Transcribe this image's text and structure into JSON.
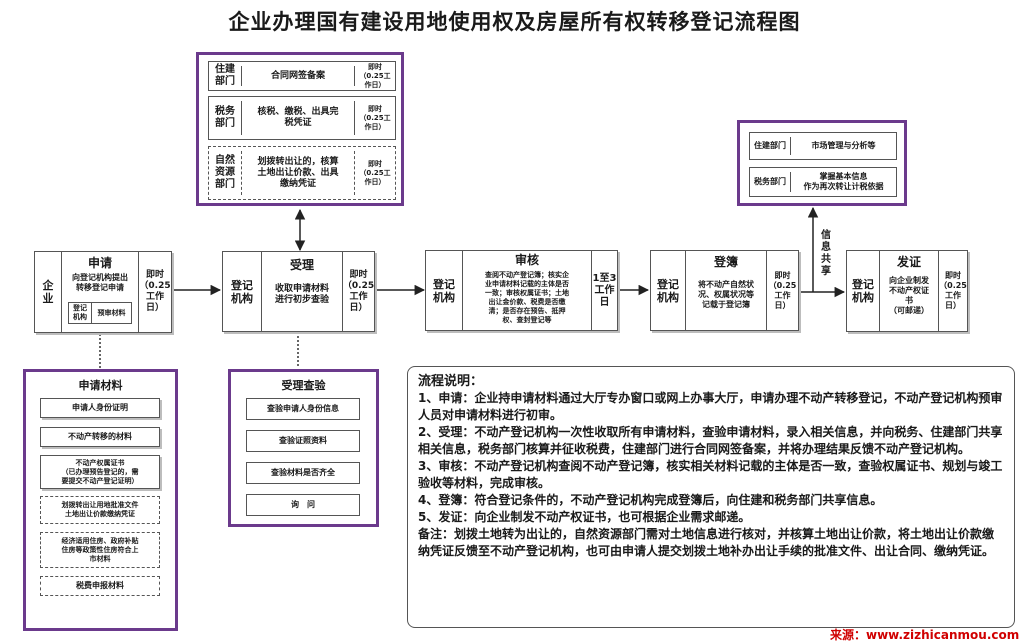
{
  "title": "企业办理国有建设用地使用权及房屋所有权转移登记流程图",
  "top_panel": {
    "rows": [
      {
        "dept": "住建\n部门",
        "action": "合同网签备案",
        "time": "即时\n（0.25工\n作日）"
      },
      {
        "dept": "税务\n部门",
        "action": "核税、缴税、出具完\n税凭证",
        "time": "即时\n（0.25工\n作日）"
      },
      {
        "dept": "自然\n资源\n部门",
        "action": "划拨转出让的，核算\n土地出让价款、出具\n缴纳凭证",
        "time": "即时\n（0.25工\n作日）"
      }
    ]
  },
  "share_panel": {
    "rows": [
      {
        "dept": "住建部门",
        "action": "市场管理与分析等"
      },
      {
        "dept": "税务部门",
        "action": "掌握基本信息\n作为再次转让计税依据"
      }
    ]
  },
  "share_label": "信\n息\n共\n享",
  "steps": {
    "apply": {
      "actor": "企\n业",
      "title": "申请",
      "desc": "向登记机构提出\n转移登记申请",
      "sub_left": "登记\n机构",
      "sub_right": "预审材料",
      "time": "即时\n（0.25\n工作\n日）"
    },
    "accept": {
      "actor": "登记\n机构",
      "title": "受理",
      "desc": "收取申请材料\n进行初步查验",
      "time": "即时\n（0.25\n工作\n日）"
    },
    "review": {
      "actor": "登记\n机构",
      "title": "审核",
      "desc": "查阅不动产登记簿；核实企\n业申请材料记载的主体是否\n一致；审核权属证书；土地\n出让金价款、税费是否缴\n清；是否存在预告、抵押\n权、查封登记等",
      "time": "1至3\n工作\n日"
    },
    "register": {
      "actor": "登记\n机构",
      "title": "登簿",
      "desc": "将不动产自然状\n况、权属状况等\n记载于登记簿",
      "time": "即时\n（0.25\n工作\n日）"
    },
    "issue": {
      "actor": "登记\n机构",
      "title": "发证",
      "desc": "向企业制发\n不动产权证\n书\n（可邮递）",
      "time": "即时\n（0.25\n工作\n日）"
    }
  },
  "materials": {
    "title": "申请材料",
    "items": [
      "申请人身份证明",
      "不动产转移的材料",
      "不动产权属证书\n（已办理预告登记的，需\n要提交不动产登记证明）",
      "划拨转出让用地批准文件\n土地出让价款缴纳凭证",
      "经济适用住房、政府补贴\n住房等政策性住房符合上\n市材料",
      "税费申报材料"
    ]
  },
  "checks": {
    "title": "受理查验",
    "items": [
      "查验申请人身份信息",
      "查验证照资料",
      "查验材料是否齐全",
      "询　问"
    ]
  },
  "notes": {
    "heading": "流程说明：",
    "paragraphs": [
      "1、申请：企业持申请材料通过大厅专办窗口或网上办事大厅，申请办理不动产转移登记，不动产登记机构预审人员对申请材料进行初审。",
      "2、受理：不动产登记机构一次性收取所有申请材料，查验申请材料，录入相关信息，并向税务、住建部门共享相关信息，税务部门核算并征收税费，住建部门进行合同网签备案，并将办理结果反馈不动产登记机构。",
      "3、审核：不动产登记机构查阅不动产登记簿，核实相关材料记载的主体是否一致，查验权属证书、规划与竣工验收等材料，完成审核。",
      "4、登簿：符合登记条件的，不动产登记机构完成登簿后，向住建和税务部门共享信息。",
      "5、发证：向企业制发不动产权证书，也可根据企业需求邮递。",
      "备注：划拨土地转为出让的，自然资源部门需对土地信息进行核对，并核算土地出让价款，将土地出让价款缴纳凭证反馈至不动产登记机构，也可由申请人提交划拨土地补办出让手续的批准文件、出让合同、缴纳凭证。"
    ]
  },
  "footer": "来源：www.zizhicanmou.com",
  "colors": {
    "panel_border": "#6b3a8c",
    "footer": "#d00000",
    "line": "#333333"
  }
}
